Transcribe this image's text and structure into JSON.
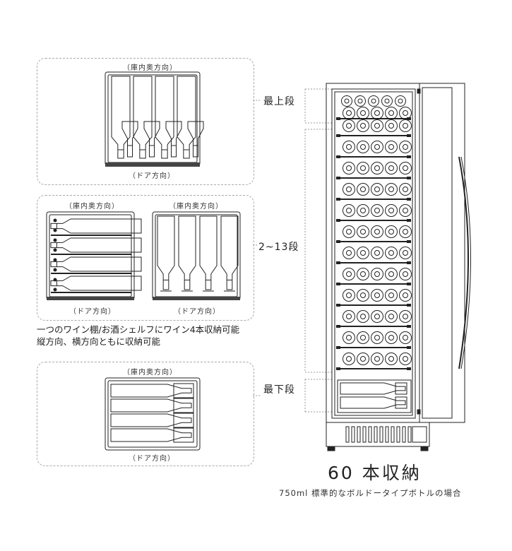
{
  "labels": {
    "back": "（庫内奥方向）",
    "door": "（ドア方向）"
  },
  "shelves": {
    "top": "最上段",
    "middle": "2~13段",
    "bottom": "最下段"
  },
  "caption": {
    "line1": "一つのワイン棚/お酒シェルフにワイン4本収納可能",
    "line2": "縦方向、横方向ともに収納可能"
  },
  "capacity": {
    "title": "60 本収納",
    "note": "750ml 標準的なボルドータイプボトルの場合"
  }
}
